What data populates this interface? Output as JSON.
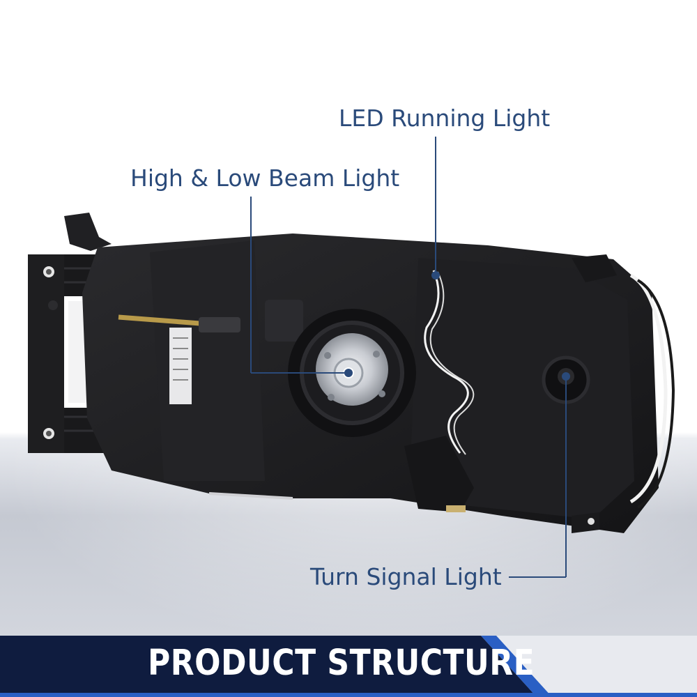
{
  "callouts": {
    "led_running_light": "LED Running Light",
    "high_low_beam_light": "High & Low Beam Light",
    "turn_signal_light": "Turn Signal Light"
  },
  "banner": {
    "title": "PRODUCT STRUCTURE"
  },
  "colors": {
    "callout_text": "#2a4a7a",
    "callout_line": "#2a4a7a",
    "banner_background": "#0f1c3f",
    "banner_accent": "#2a5fc4",
    "housing": "#1b1b1d"
  }
}
